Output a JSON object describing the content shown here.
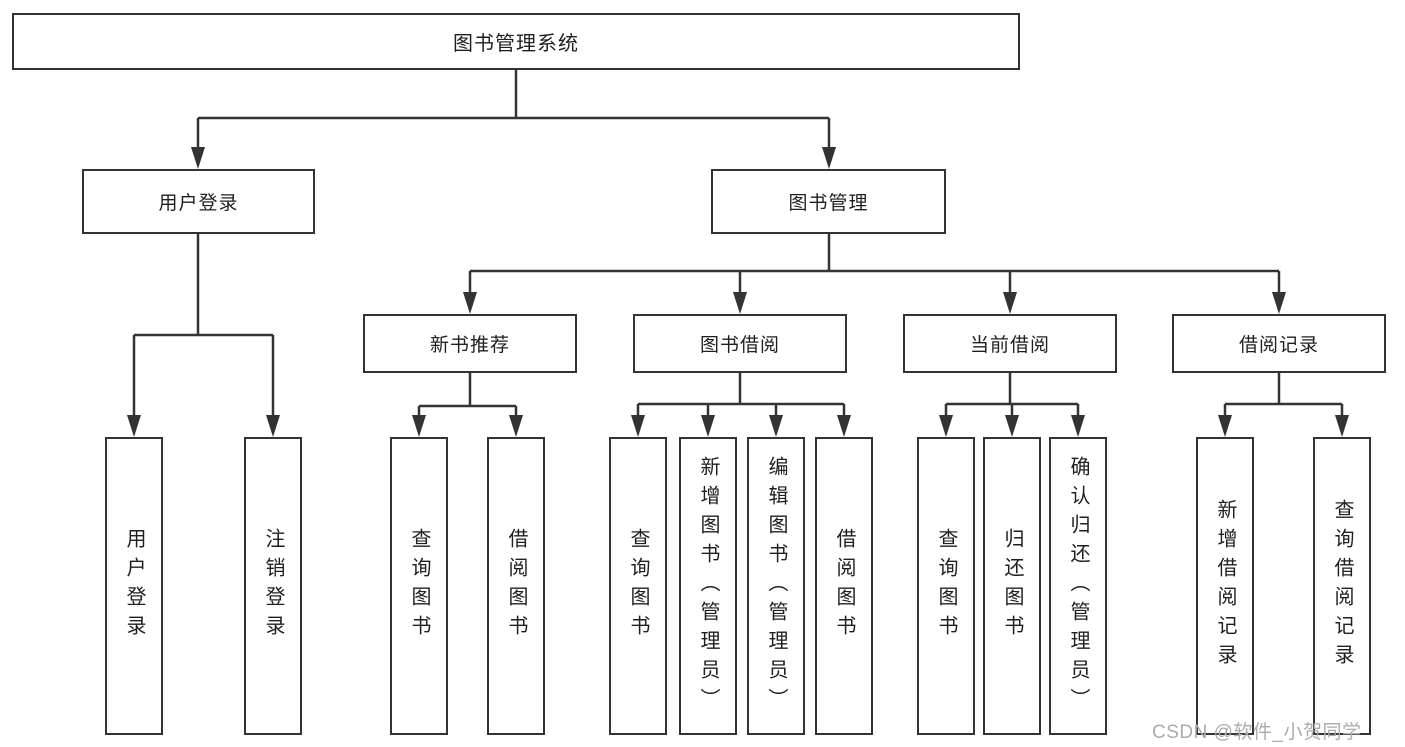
{
  "tree": {
    "label": "图书管理系统",
    "children": [
      {
        "label": "用户登录",
        "children": [
          {
            "label": "用户登录"
          },
          {
            "label": "注销登录"
          }
        ]
      },
      {
        "label": "图书管理",
        "children": [
          {
            "label": "新书推荐",
            "children": [
              {
                "label": "查询图书"
              },
              {
                "label": "借阅图书"
              }
            ]
          },
          {
            "label": "图书借阅",
            "children": [
              {
                "label": "查询图书"
              },
              {
                "label": "新增图书（管理员）"
              },
              {
                "label": "编辑图书（管理员）"
              },
              {
                "label": "借阅图书"
              }
            ]
          },
          {
            "label": "当前借阅",
            "children": [
              {
                "label": "查询图书"
              },
              {
                "label": "归还图书"
              },
              {
                "label": "确认归还（管理员）"
              }
            ]
          },
          {
            "label": "借阅记录",
            "children": [
              {
                "label": "新增借阅记录"
              },
              {
                "label": "查询借阅记录"
              }
            ]
          }
        ]
      }
    ]
  },
  "watermark": {
    "text": "CSDN @软件_小贺同学"
  },
  "colors": {
    "line": "#333333",
    "box_border": "#333333",
    "text": "#1f1f1f",
    "watermark": "#ababab",
    "background": "#ffffff"
  }
}
